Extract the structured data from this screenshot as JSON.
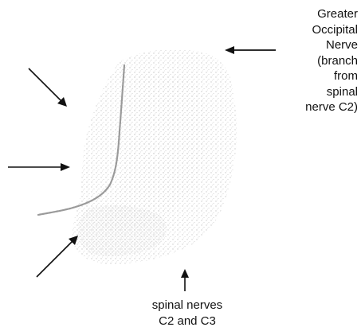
{
  "colors": {
    "arrow": "#111111",
    "nerve": "#9a9a9a",
    "stipple": "#c8c8c8",
    "text": "#111111"
  },
  "labels": {
    "greater_occipital": [
      "Greater",
      "Occipital",
      "Nerve",
      "(branch",
      "from",
      "spinal",
      "nerve C2)"
    ],
    "spinal_nerves": [
      "spinal nerves",
      "C2 and C3"
    ]
  }
}
